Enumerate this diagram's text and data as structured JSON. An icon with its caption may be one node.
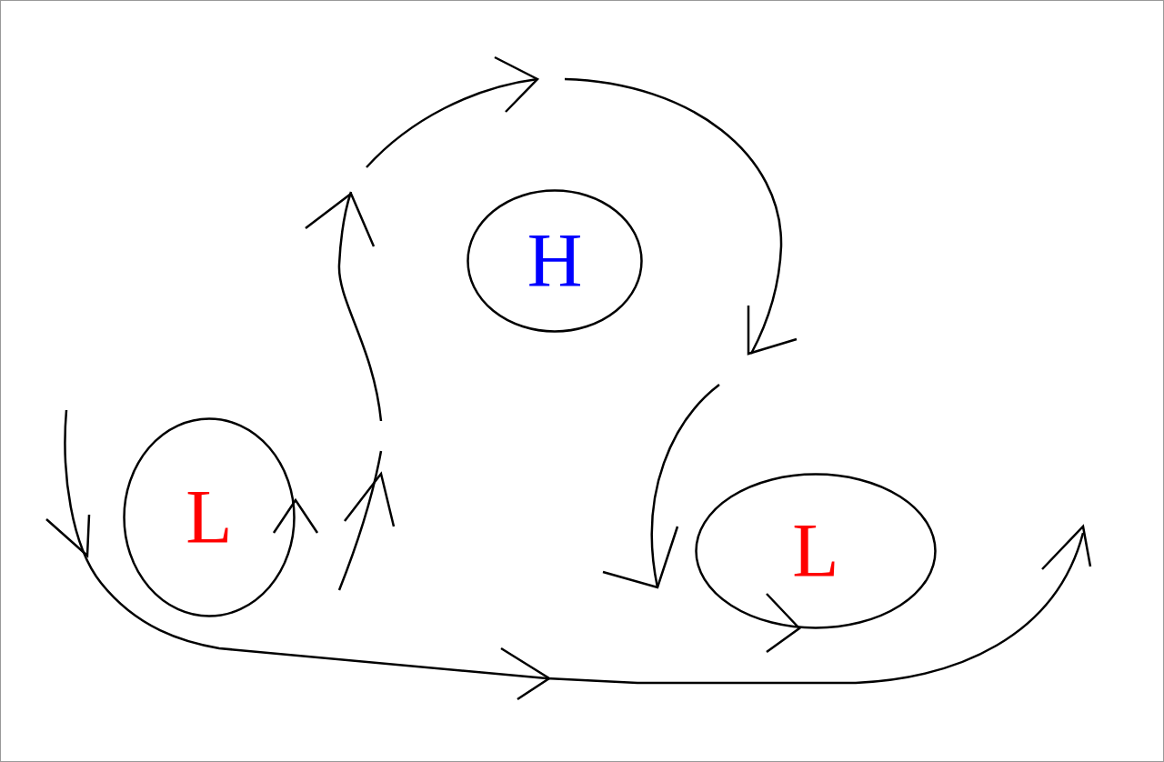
{
  "diagram": {
    "nodes": [
      {
        "text": [
          "H"
        ]
      },
      {
        "text": [
          "L"
        ]
      },
      {
        "text": [
          "L"
        ]
      }
    ]
  }
}
